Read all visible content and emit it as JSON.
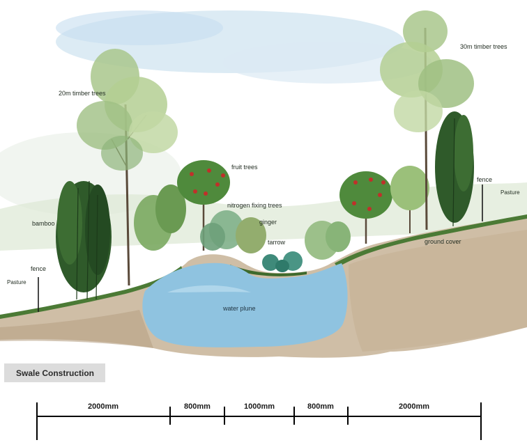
{
  "labels": {
    "timber_20m": "20m timber trees",
    "timber_30m": "30m timber trees",
    "fruit_trees": "fruit trees",
    "nitrogen_fixing": "nitrogen fixing trees",
    "ginger": "ginger",
    "tarrow": "tarrow",
    "bamboo": "bamboo",
    "fence_left": "fence",
    "fence_right": "fence",
    "pasture_left": "Pasture",
    "pasture_right": "Pasture",
    "ground_cover": "ground cover",
    "water_plune": "water plune"
  },
  "title": "Swale Construction",
  "dimensions": {
    "segments": [
      "2000mm",
      "800mm",
      "1000mm",
      "800mm",
      "2000mm"
    ]
  },
  "colors": {
    "water": "#8fc3e0",
    "soil": "#c9b39a",
    "grass": "#6f9a3d",
    "foliage_dark": "#3f6b2e",
    "foliage_light": "#9bc07a",
    "fruit": "#c0302a",
    "sky": "#cfe3ef"
  }
}
